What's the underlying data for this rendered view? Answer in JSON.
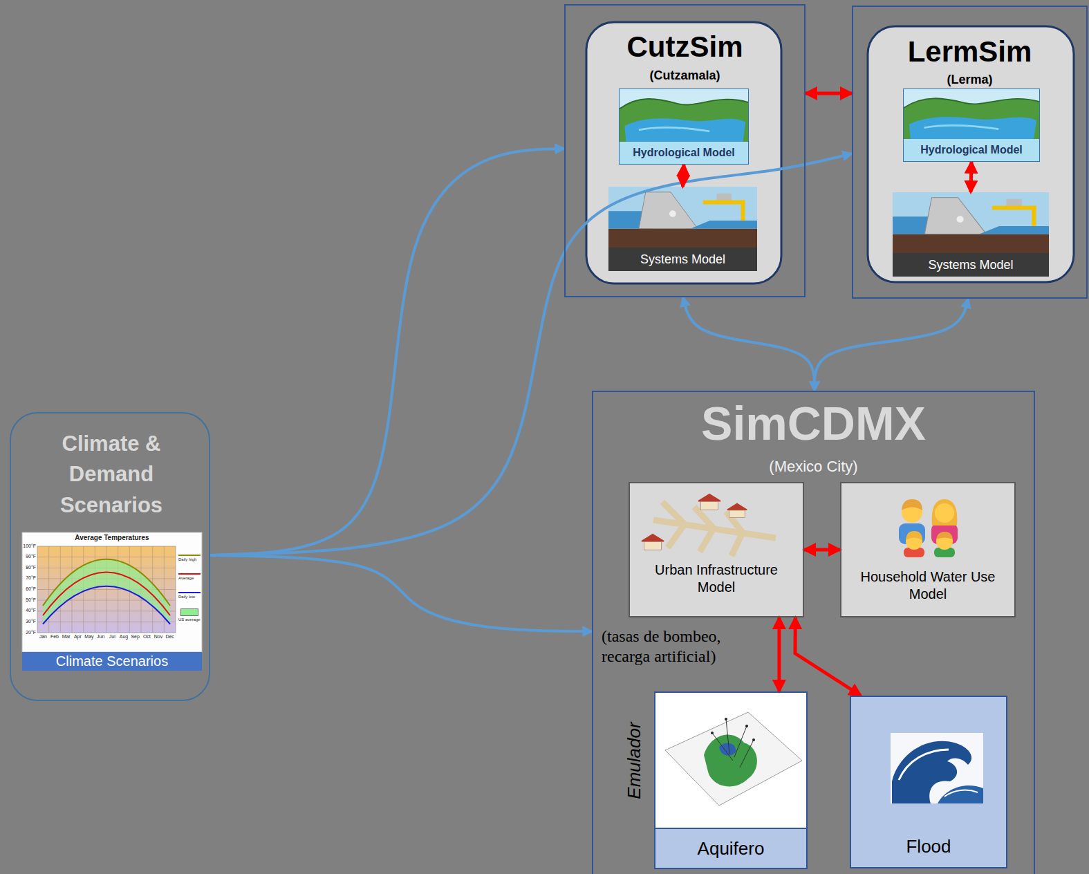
{
  "diagram": {
    "nodes": [
      {
        "text": [
          "Climate & Demand Scenarios"
        ]
      },
      {
        "text": [
          "Climate Scenarios"
        ],
        "in": 0
      },
      {
        "text": [
          "CutzSim",
          "(Cutzamala)"
        ]
      },
      {
        "text": [
          "Hydrological Model"
        ],
        "in": 2
      },
      {
        "text": [
          "Systems Model"
        ],
        "in": 2
      },
      {
        "text": [
          "LermSim",
          "(Lerma)"
        ]
      },
      {
        "text": [
          "Hydrological Model"
        ],
        "in": 5
      },
      {
        "text": [
          "Systems Model"
        ],
        "in": 5
      },
      {
        "text": [
          "SimCDMX",
          "(Mexico City)"
        ]
      },
      {
        "text": [
          "Urban Infrastructure Model"
        ],
        "in": 8
      },
      {
        "text": [
          "Household Water Use Model"
        ],
        "in": 8
      },
      {
        "text": [
          "Aquifero"
        ],
        "in": 8
      },
      {
        "text": [
          "Flood"
        ],
        "in": 8
      }
    ],
    "edges": [
      {
        "from": 0,
        "to": 2,
        "arrow": "to"
      },
      {
        "from": 0,
        "to": 5,
        "arrow": "to"
      },
      {
        "from": 0,
        "to": 8,
        "arrow": "to"
      },
      {
        "from": 2,
        "to": 5,
        "arrow": "both"
      },
      {
        "from": 3,
        "to": 4,
        "arrow": "both"
      },
      {
        "from": 6,
        "to": 7,
        "arrow": "both"
      },
      {
        "from": 8,
        "to": 2,
        "arrow": "both"
      },
      {
        "from": 8,
        "to": 5,
        "arrow": "both"
      },
      {
        "from": 9,
        "to": 10,
        "arrow": "both"
      },
      {
        "from": 9,
        "to": 11,
        "arrow": "both",
        "label": "(tasas de bombeo, recarga artificial)"
      },
      {
        "from": 9,
        "to": 12,
        "arrow": "both"
      }
    ],
    "labels": [
      "Average Temperatures",
      "100°F",
      "90°F",
      "80°F",
      "70°F",
      "60°F",
      "50°F",
      "40°F",
      "30°F",
      "20°F",
      "Jan",
      "Feb",
      "Mar",
      "Apr",
      "May",
      "Jun",
      "Jul",
      "Aug",
      "Sep",
      "Oct",
      "Nov",
      "Dec",
      "Emulador"
    ],
    "legend": [
      {
        "text": "Daily high"
      },
      {
        "text": "Average"
      },
      {
        "text": "Daily low"
      },
      {
        "text": "US average",
        "color": "#90ee90"
      }
    ]
  }
}
